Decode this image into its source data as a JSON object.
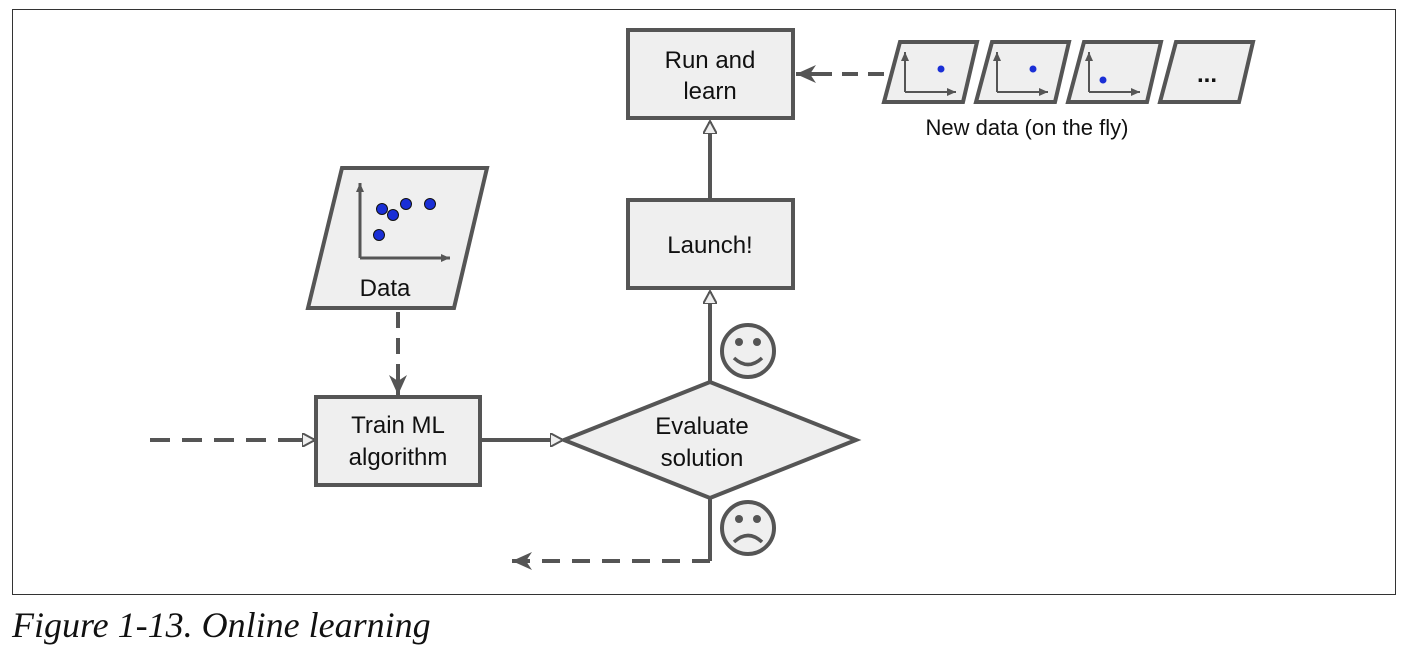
{
  "nodes": {
    "run_learn": [
      "Run and",
      "learn"
    ],
    "launch": "Launch!",
    "data": "Data",
    "train": [
      "Train ML",
      "algorithm"
    ],
    "evaluate": [
      "Evaluate",
      "solution"
    ],
    "new_data": "New data (on the fly)",
    "ellipsis": "..."
  },
  "caption": "Figure 1-13. Online learning",
  "colors": {
    "box_fill": "#efefef",
    "stroke": "#555555",
    "dot": "#1a2fd6"
  },
  "icons": {
    "happy": "happy-face-icon",
    "sad": "sad-face-icon"
  }
}
